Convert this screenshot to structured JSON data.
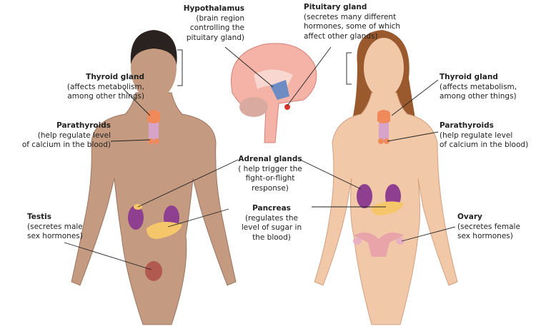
{
  "labels": {
    "hypothalamus": {
      "title": "Hypothalamus",
      "lines": [
        "(brain region",
        "controlling the",
        "pituitary gland)"
      ]
    },
    "pituitary": {
      "title": "Pituitary gland",
      "lines": [
        "(secretes many different",
        "hormones, some of which",
        "affect other glands)"
      ]
    },
    "thyroid_male": {
      "title": "Thyroid gland",
      "lines": [
        "(affects metabolism,",
        "among other things)"
      ]
    },
    "thyroid_female": {
      "title": "Thyroid gland",
      "lines": [
        "(affects metabolism,",
        "among other things)"
      ]
    },
    "parathyroids_male": {
      "title": "Parathyroids",
      "lines": [
        "(help regulate level",
        "of calcium in the blood)"
      ]
    },
    "parathyroids_female": {
      "title": "Parathyroids",
      "lines": [
        "(help regulate level",
        "of calcium in the blood)"
      ]
    },
    "adrenal": {
      "title": "Adrenal glands",
      "lines": [
        "( help trigger the",
        "fight-or-flight",
        "response)"
      ]
    },
    "pancreas": {
      "title": "Pancreas",
      "lines": [
        "(regulates the",
        "level of sugar in",
        "the blood)"
      ]
    },
    "testis": {
      "title": "Testis",
      "lines": [
        "(secretes male",
        "sex hormones)"
      ]
    },
    "ovary": {
      "title": "Ovary",
      "lines": [
        "(secretes female",
        "sex hormones)"
      ]
    }
  },
  "colors": {
    "male_skin": "#c49a80",
    "female_skin": "#f1c8a8",
    "male_hair": "#2a2220",
    "female_hair": "#9a5a2e",
    "kidney": "#8e3f8f",
    "gland": "#f08a5a",
    "pancreas": "#f5c66a",
    "brain": "#f4b3a6"
  }
}
